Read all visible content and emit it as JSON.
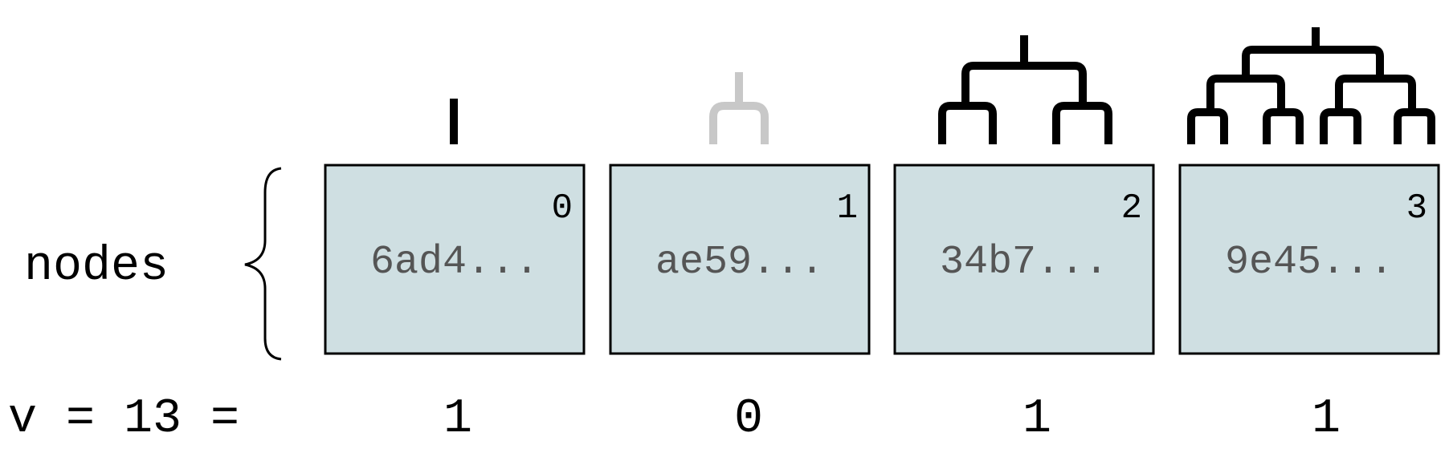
{
  "labels": {
    "nodes": "nodes",
    "v_prefix": "v = 13 ="
  },
  "nodes": [
    {
      "index": "0",
      "hash": "6ad4...",
      "bit": "1",
      "tree_present": true
    },
    {
      "index": "1",
      "hash": "ae59...",
      "bit": "0",
      "tree_present": false
    },
    {
      "index": "2",
      "hash": "34b7...",
      "bit": "1",
      "tree_present": true
    },
    {
      "index": "3",
      "hash": "9e45...",
      "bit": "1",
      "tree_present": true
    }
  ],
  "colors": {
    "box_fill": "#cfdfe2",
    "tree_present": "#000000",
    "tree_absent": "#c8c8c8",
    "hash_text": "#555555",
    "text": "#000000"
  }
}
